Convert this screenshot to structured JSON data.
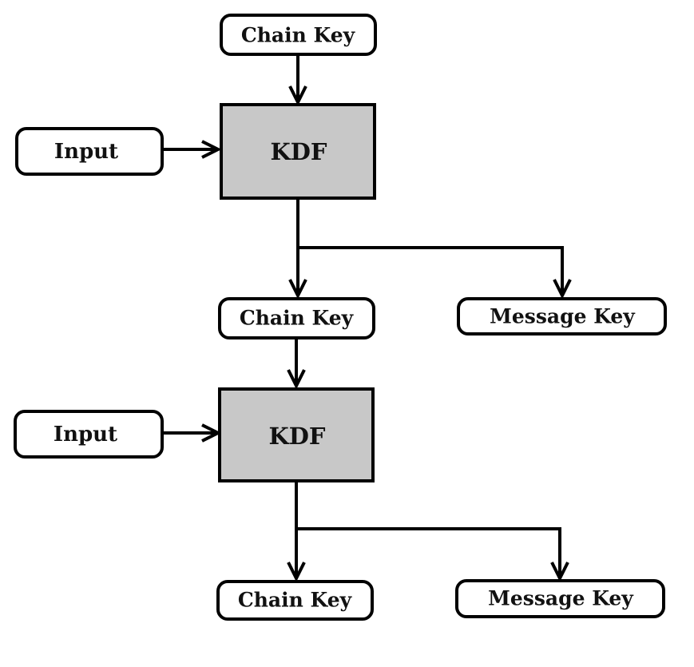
{
  "colors": {
    "stroke": "#000000",
    "kdf_fill": "#c8c8c8",
    "node_fill": "#ffffff",
    "text": "#111111"
  },
  "stage1": {
    "chain_key_in": "Chain Key",
    "input": "Input",
    "kdf": "KDF",
    "chain_key_out": "Chain Key",
    "message_key": "Message Key"
  },
  "stage2": {
    "input": "Input",
    "kdf": "KDF",
    "chain_key_out": "Chain Key",
    "message_key": "Message Key"
  }
}
